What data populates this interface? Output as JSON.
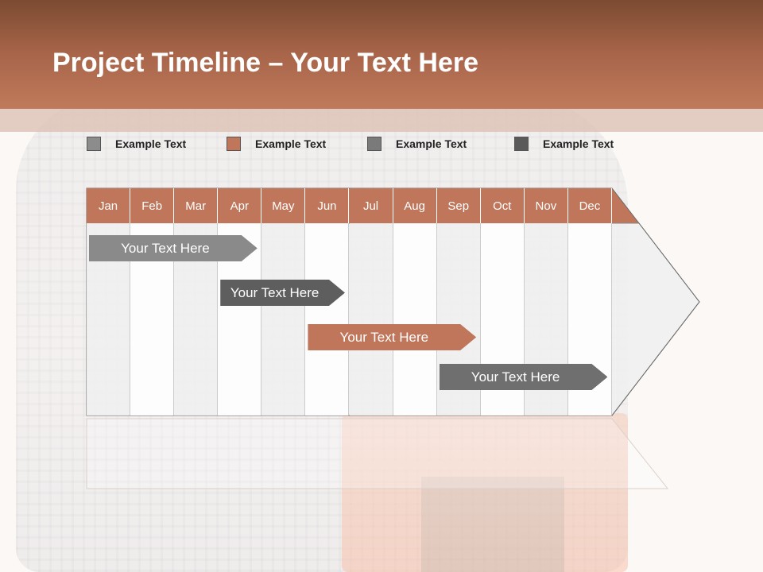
{
  "title": {
    "strong": "Project Timeline",
    "rest": " – Your Text Here"
  },
  "legend": [
    {
      "label": "Example Text",
      "color": "#8c8c8c"
    },
    {
      "label": "Example Text",
      "color": "#c0765a"
    },
    {
      "label": "Example Text",
      "color": "#7a7a7a"
    },
    {
      "label": "Example Text",
      "color": "#5a5a5a"
    }
  ],
  "months": [
    "Jan",
    "Feb",
    "Mar",
    "Apr",
    "May",
    "Jun",
    "Jul",
    "Aug",
    "Sep",
    "Oct",
    "Nov",
    "Dec"
  ],
  "tasks": [
    {
      "label": "Your  Text Here",
      "start": "Jan",
      "end": "Apr",
      "color": "#8a8a8a"
    },
    {
      "label": "Your  Text Here",
      "start": "Apr",
      "end": "Jun",
      "color": "#5e5e5e"
    },
    {
      "label": "Your  Text Here",
      "start": "Jun",
      "end": "Sep",
      "color": "#c0765a"
    },
    {
      "label": "Your  Text Here",
      "start": "Sep",
      "end": "Dec",
      "color": "#6f6f6f"
    }
  ],
  "colors": {
    "header_top": "#7b4b31",
    "header_bottom": "#c07a5b",
    "accent": "#c0765a",
    "column_light": "#f0f0f0",
    "column_white": "#ffffff"
  }
}
